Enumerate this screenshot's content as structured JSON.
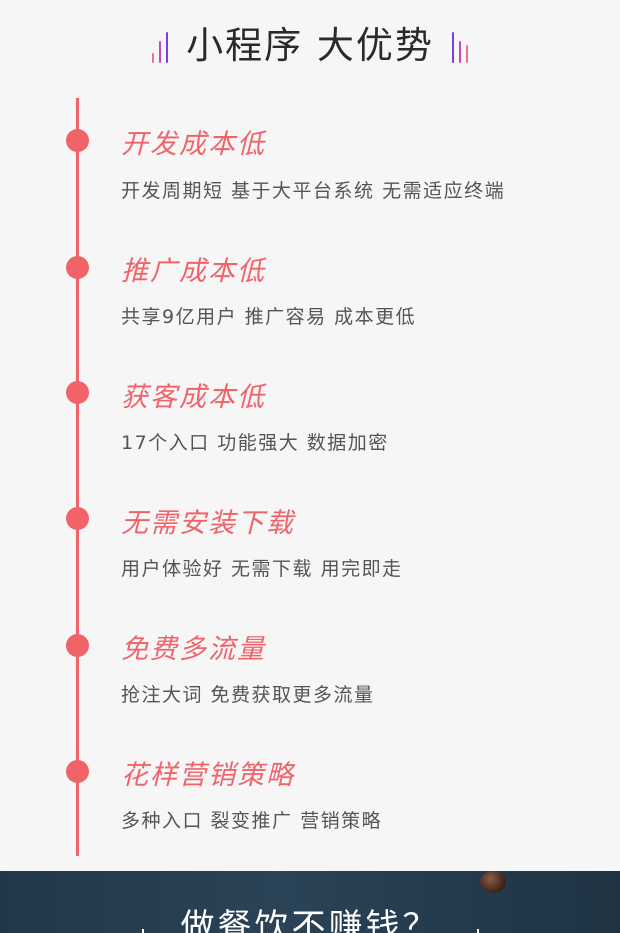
{
  "header": {
    "title": "小程序 大优势"
  },
  "items": [
    {
      "title": "开发成本低",
      "desc": "开发周期短 基于大平台系统 无需适应终端"
    },
    {
      "title": "推广成本低",
      "desc": "共享9亿用户 推广容易 成本更低"
    },
    {
      "title": "获客成本低",
      "desc": "17个入口 功能强大 数据加密"
    },
    {
      "title": "无需安装下载",
      "desc": "用户体验好 无需下载 用完即走"
    },
    {
      "title": "免费多流量",
      "desc": "抢注大词 免费获取更多流量"
    },
    {
      "title": "花样营销策略",
      "desc": "多种入口 裂变推广 营销策略"
    }
  ],
  "footer": {
    "title": "做餐饮不赚钱？"
  },
  "colors": {
    "accent": "#f06469",
    "text": "#555555",
    "title": "#2a2a2a",
    "footer_bg": "#22384a"
  }
}
